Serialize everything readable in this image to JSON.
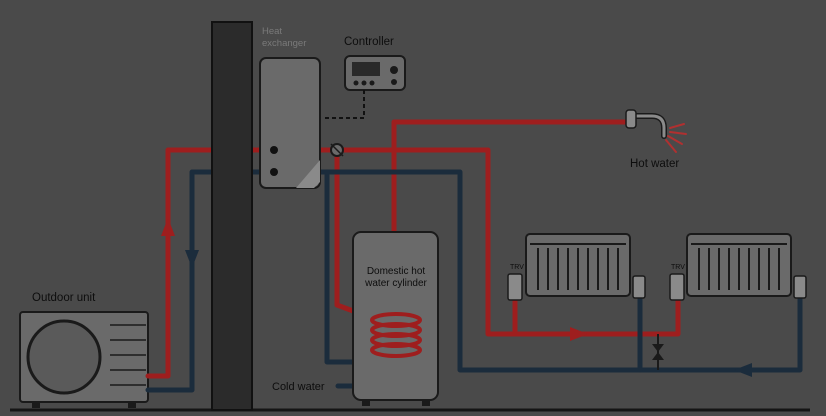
{
  "labels": {
    "heat_exchanger": "Heat exchanger",
    "controller": "Controller",
    "hot_water": "Hot water",
    "domestic_hot_water_cylinder": "Domestic hot water cylinder",
    "outdoor_unit": "Outdoor unit",
    "cold_water": "Cold water",
    "trv_1": "TRV",
    "trv_2": "TRV"
  },
  "colors": {
    "flow": "#9e1e1e",
    "return": "#1b2c3c",
    "background": "#4a4a4a",
    "equipment": "#6a6a6a",
    "wall": "#2b2b2b"
  }
}
